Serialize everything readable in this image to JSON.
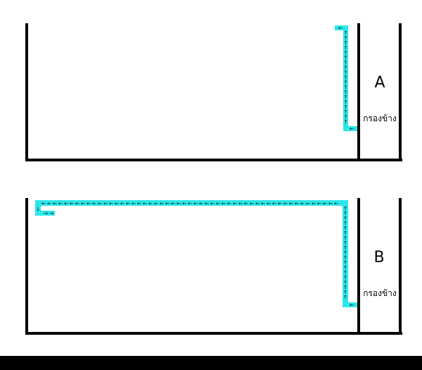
{
  "colors": {
    "background": "#ffffff",
    "frame": "#000000",
    "tank_wall": "#000000",
    "pipe": "#2de6ea",
    "arrow": "#000000"
  },
  "panels": [
    {
      "label": "A",
      "filter_label": "กรองข้าง",
      "pipe_route": "short-return-in-filter-column"
    },
    {
      "label": "B",
      "filter_label": "กรองข้าง",
      "pipe_route": "long-return-across-tank-top"
    }
  ],
  "icons": {
    "arrow_up": "↑",
    "arrow_left": "←",
    "arrow_right": "→",
    "arrow_down": "↓"
  }
}
